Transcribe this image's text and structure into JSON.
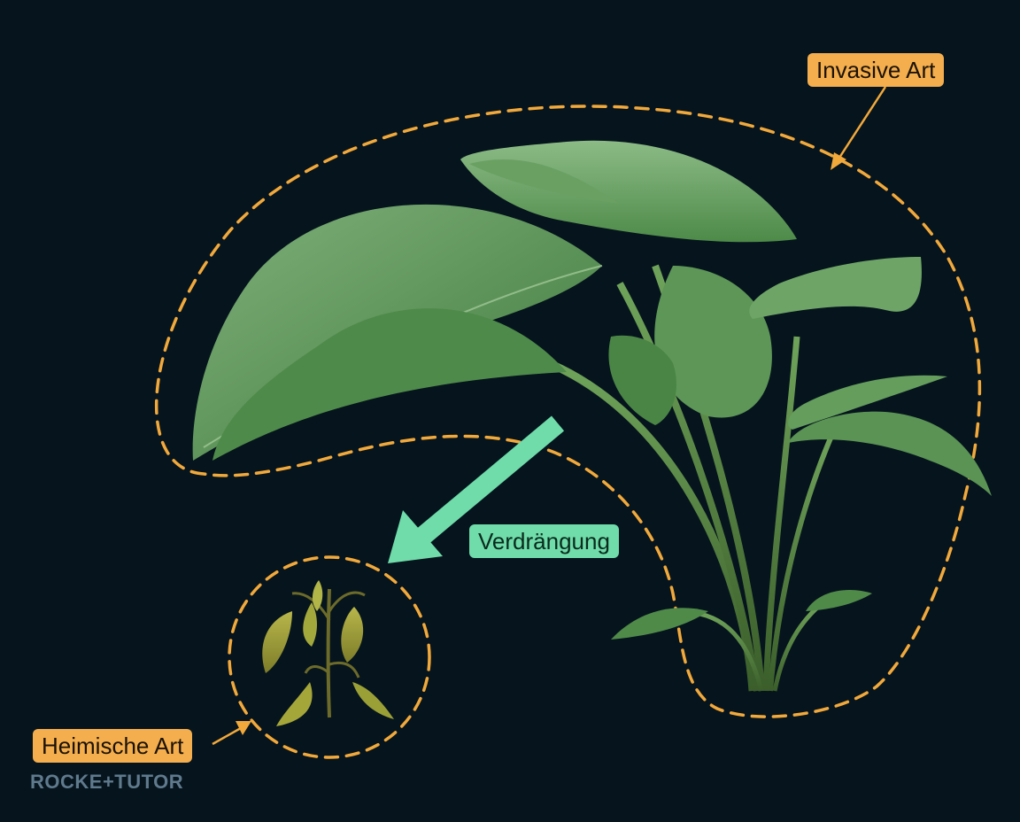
{
  "labels": {
    "invasive": "Invasive Art",
    "native": "Heimische Art",
    "displacement": "Verdrängung"
  },
  "logo": "ROCKE+TUTOR",
  "colors": {
    "background": "#06141d",
    "outline": "#f2a93b",
    "label_orange": "#f5ae4d",
    "arrow_green": "#6fdcaa",
    "healthy_leaf": "#5f9a5a",
    "wilted_leaf": "#a9ad3c"
  }
}
